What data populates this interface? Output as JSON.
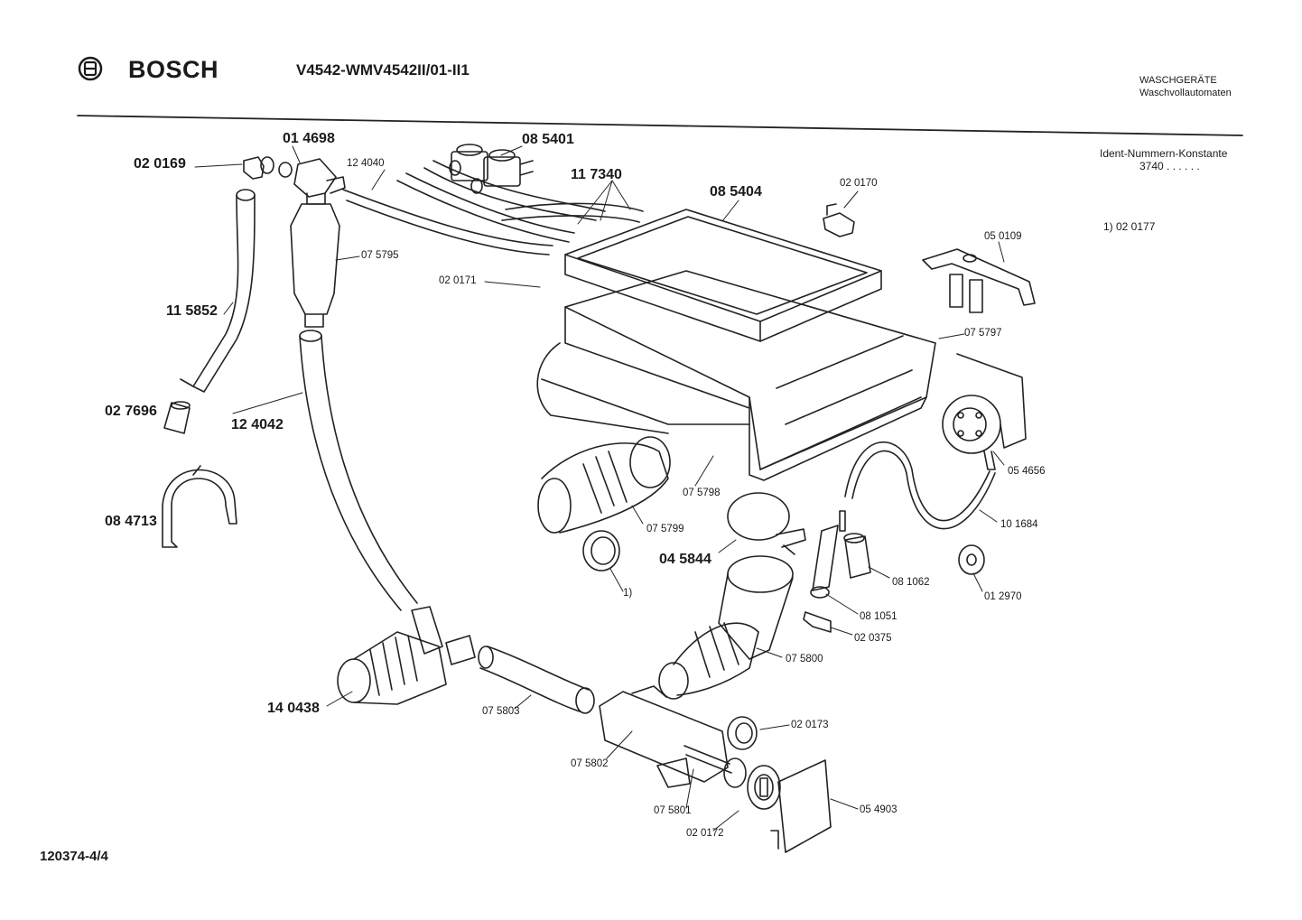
{
  "header": {
    "brand": "BOSCH",
    "model": "V4542-WMV4542II/01-II1",
    "category_line1": "WASCHGERÄTE",
    "category_line2": "Waschvollautomaten",
    "ident_label": "Ident-Nummern-Konstante",
    "ident_value": "3740  . .    . . . .",
    "footnote": "1) 02 0177"
  },
  "footer": {
    "doc_number": "120374-4/4"
  },
  "parts": {
    "p020169": "02 0169",
    "p014698": "01 4698",
    "p124040": "12 4040",
    "p085401": "08 5401",
    "p117340": "11 7340",
    "p085404": "08 5404",
    "p020170": "02 0170",
    "p050109": "05 0109",
    "p075795": "07 5795",
    "p020171": "02 0171",
    "p115852": "11 5852",
    "p075797": "07 5797",
    "p027696": "02 7696",
    "p124042": "12 4042",
    "p054656": "05 4656",
    "p075798": "07 5798",
    "p084713": "08 4713",
    "p075799": "07 5799",
    "p101684": "10 1684",
    "p045844": "04 5844",
    "p081062": "08 1062",
    "p012970": "01 2970",
    "note1": "1)",
    "p081051": "08 1051",
    "p020375": "02 0375",
    "p075800": "07 5800",
    "p140438": "14 0438",
    "p075803": "07 5803",
    "p020173": "02 0173",
    "p075802": "07 5802",
    "p075801": "07 5801",
    "p054903": "05 4903",
    "p020172": "02 0172"
  }
}
